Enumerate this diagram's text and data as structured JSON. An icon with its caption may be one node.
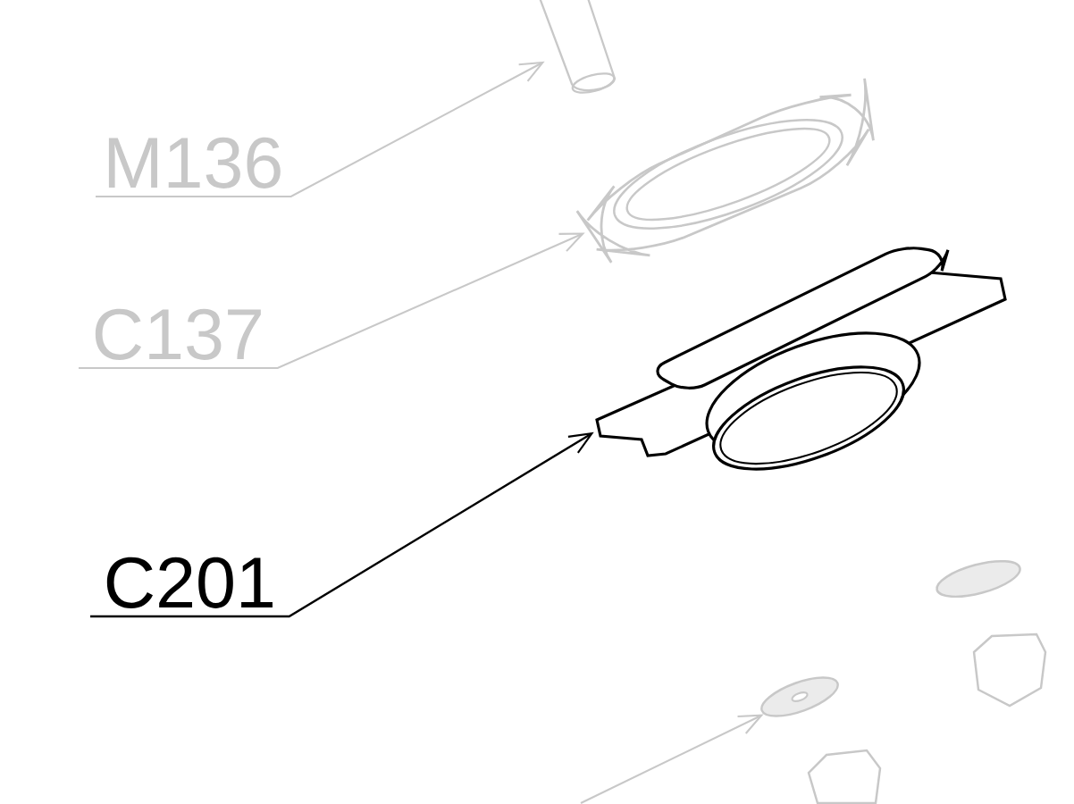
{
  "diagram": {
    "nodes": [
      {
        "text": [
          "M136"
        ]
      },
      {
        "text": [],
        "shape": "picture"
      },
      {
        "text": [
          "C137"
        ]
      },
      {
        "text": [],
        "shape": "picture"
      },
      {
        "text": [
          "C201"
        ]
      },
      {
        "text": [],
        "shape": "picture"
      },
      {
        "text": [],
        "shape": "picture"
      }
    ],
    "edges": [
      {
        "from": 0,
        "to": 1,
        "arrow": "to"
      },
      {
        "from": 2,
        "to": 3,
        "arrow": "to"
      },
      {
        "from": 4,
        "to": 5,
        "arrow": "to",
        "color": "#000000"
      },
      {
        "from": null,
        "to": 6,
        "arrow": "to"
      }
    ]
  }
}
